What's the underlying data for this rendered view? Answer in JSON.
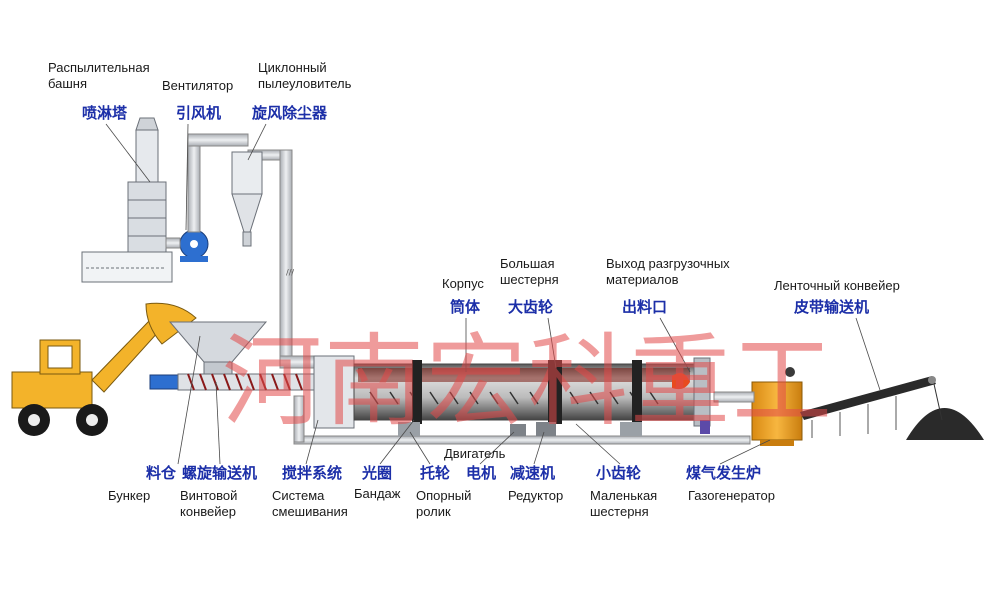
{
  "colors": {
    "accent_label": "#1c2fa8",
    "watermark": "#e24a4a",
    "machine_orange": "#f5a623",
    "loader_yellow": "#f3b32a",
    "duct_gray": "#c9ccd1",
    "dark_body": "#2a2a2a"
  },
  "labels": {
    "spray_tower": {
      "ru": "Распылительная\nбашня",
      "zh": "喷淋塔"
    },
    "fan": {
      "ru": "Вентилятор",
      "zh": "引风机"
    },
    "cyclone": {
      "ru": "Циклонный\nпылеуловитель",
      "zh": "旋风除尘器"
    },
    "drum": {
      "ru": "Корпус",
      "zh": "筒体"
    },
    "big_gear": {
      "ru": "Большая\nшестерня",
      "zh": "大齿轮"
    },
    "outlet": {
      "ru": "Выход разгрузочных\nматериалов",
      "zh": "出料口"
    },
    "belt_conveyor": {
      "ru": "Ленточный конвейер",
      "zh": "皮带输送机"
    },
    "bunker": {
      "ru": "Бункер",
      "zh": "料仓"
    },
    "screw_conveyor": {
      "ru": "Винтовой\nконвейер",
      "zh": "螺旋输送机"
    },
    "mixing": {
      "ru": "Система\nсмешивания",
      "zh": "搅拌系统"
    },
    "tire": {
      "ru": "Бандаж",
      "zh": "光圈"
    },
    "roller": {
      "ru": "Опорный\nролик",
      "zh": "托轮"
    },
    "motor": {
      "ru": "Двигатель",
      "zh": "电机"
    },
    "reducer": {
      "ru": "Редуктор",
      "zh": "减速机"
    },
    "small_gear": {
      "ru": "Маленькая\nшестерня",
      "zh": "小齿轮"
    },
    "gasifier": {
      "ru": "Газогенератор",
      "zh": "煤气发生炉"
    }
  },
  "watermark": "河南宏科重工"
}
